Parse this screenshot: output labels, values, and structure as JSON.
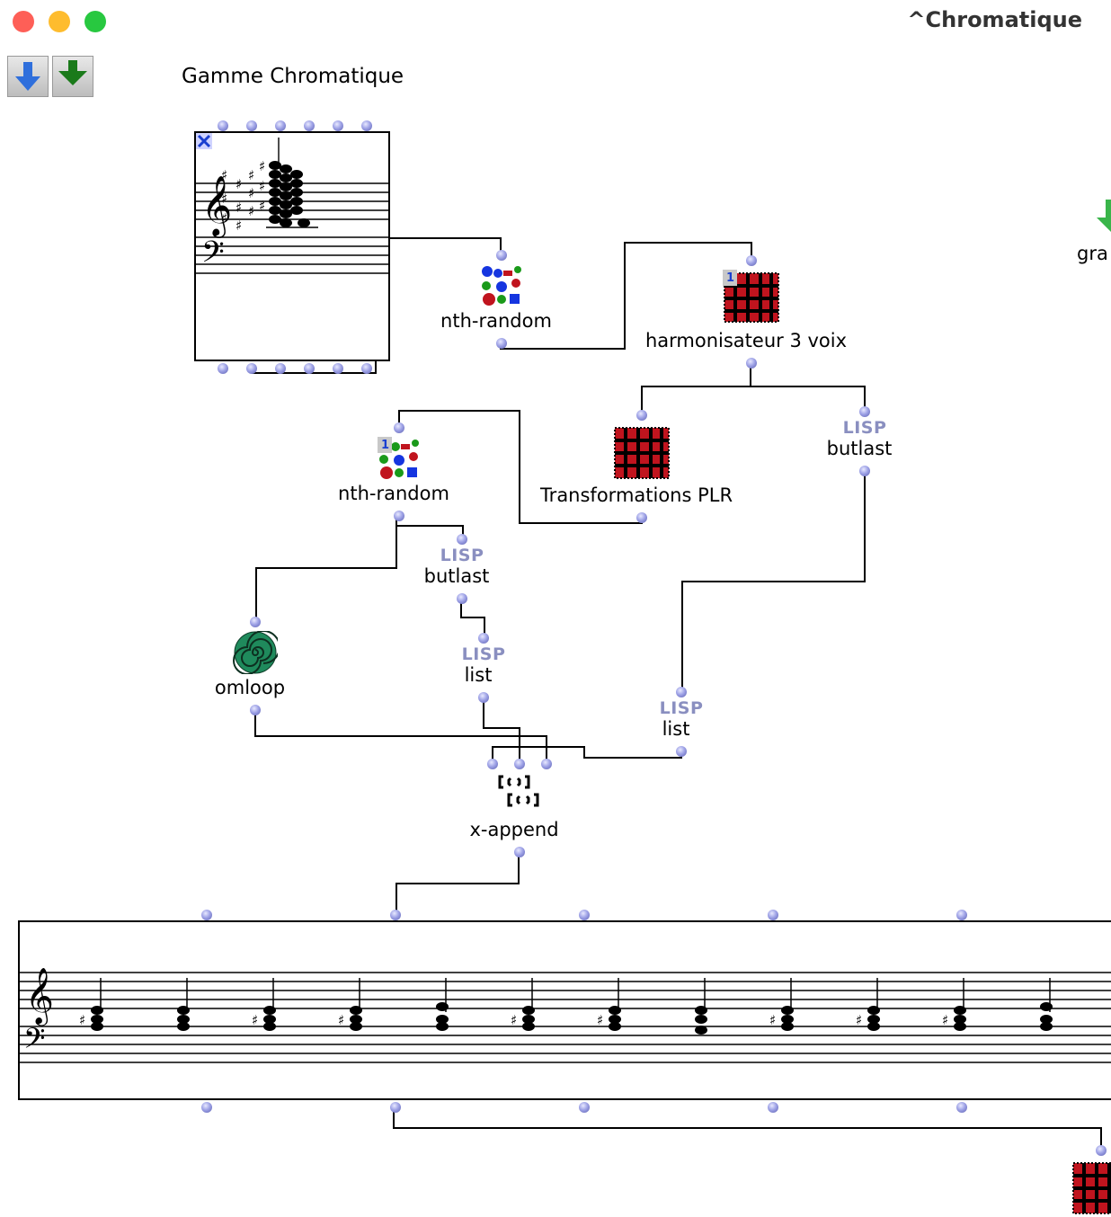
{
  "window": {
    "title": "^Chromatique",
    "traffic_colors": {
      "close": "#fe5f57",
      "minimize": "#febc2e",
      "zoom": "#28c840"
    }
  },
  "toolbar": {
    "buttons": [
      {
        "icon": "blue-arrow-down-icon",
        "color": "#2f6fdc"
      },
      {
        "icon": "green-arrow-down-icon",
        "color": "#1a7a1a"
      }
    ]
  },
  "patch": {
    "title": "Gamme Chromatique",
    "boxes": {
      "nth_random_1": {
        "label": "nth-random"
      },
      "harmonisateur": {
        "label": "harmonisateur 3 voix",
        "badge": "1"
      },
      "nth_random_2": {
        "label": "nth-random",
        "badge": "1"
      },
      "transformations": {
        "label": "Transformations PLR"
      },
      "butlast_1": {
        "kind": "LISP",
        "label": "butlast"
      },
      "butlast_2": {
        "kind": "LISP",
        "label": "butlast"
      },
      "omloop": {
        "label": "omloop"
      },
      "list_1": {
        "kind": "LISP",
        "label": "list"
      },
      "list_2": {
        "kind": "LISP",
        "label": "list"
      },
      "x_append": {
        "label": "x-append"
      },
      "graph_partial": {
        "label": "gra"
      }
    },
    "colors": {
      "wire": "#000000",
      "patch_red": "#c0141e",
      "omloop_green": "#1f8a5c"
    }
  }
}
